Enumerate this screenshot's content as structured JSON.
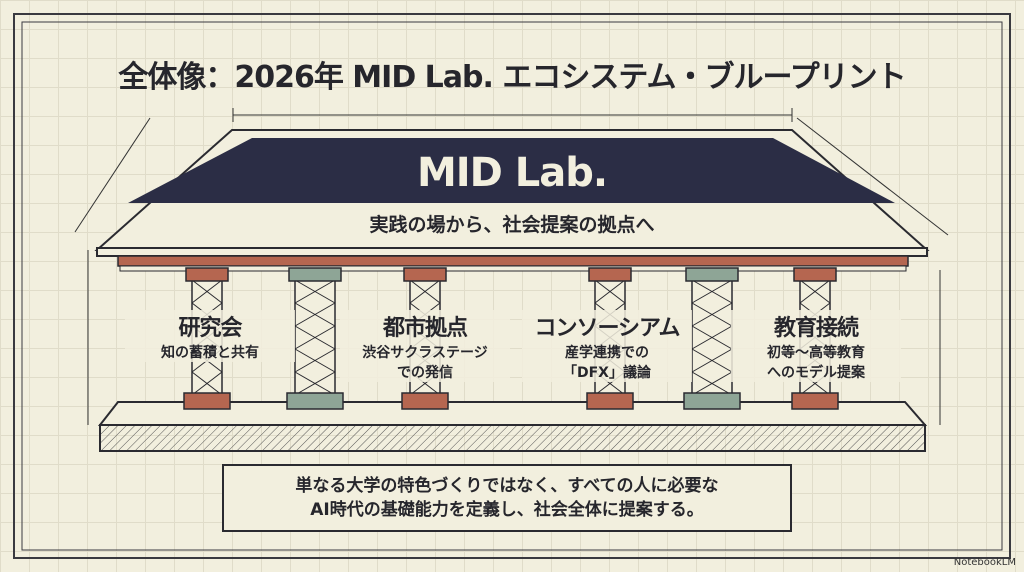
{
  "title": "全体像：2026年 MID Lab. エコシステム・ブループリント",
  "roof": {
    "title": "MID Lab.",
    "subtitle": "実践の場から、社会提案の拠点へ"
  },
  "pillars": [
    {
      "name": "研究会",
      "desc": [
        "知の蓄積と共有"
      ]
    },
    {
      "name": "都市拠点",
      "desc": [
        "渋谷サクラステージ",
        "での発信"
      ]
    },
    {
      "name": "コンソーシアム",
      "desc": [
        "産学連携での",
        "「DFX」議論"
      ]
    },
    {
      "name": "教育接続",
      "desc": [
        "初等〜高等教育",
        "へのモデル提案"
      ]
    }
  ],
  "foundation": {
    "lines": [
      "単なる大学の特色づくりではなく、すべての人に必要な",
      "AI時代の基礎能力を定義し、社会全体に提案する。"
    ]
  },
  "watermark": "NotebookLM",
  "colors": {
    "navy": "#2b2d45",
    "brick": "#b56650",
    "sage": "#8ea596",
    "paper": "#f2efde"
  }
}
